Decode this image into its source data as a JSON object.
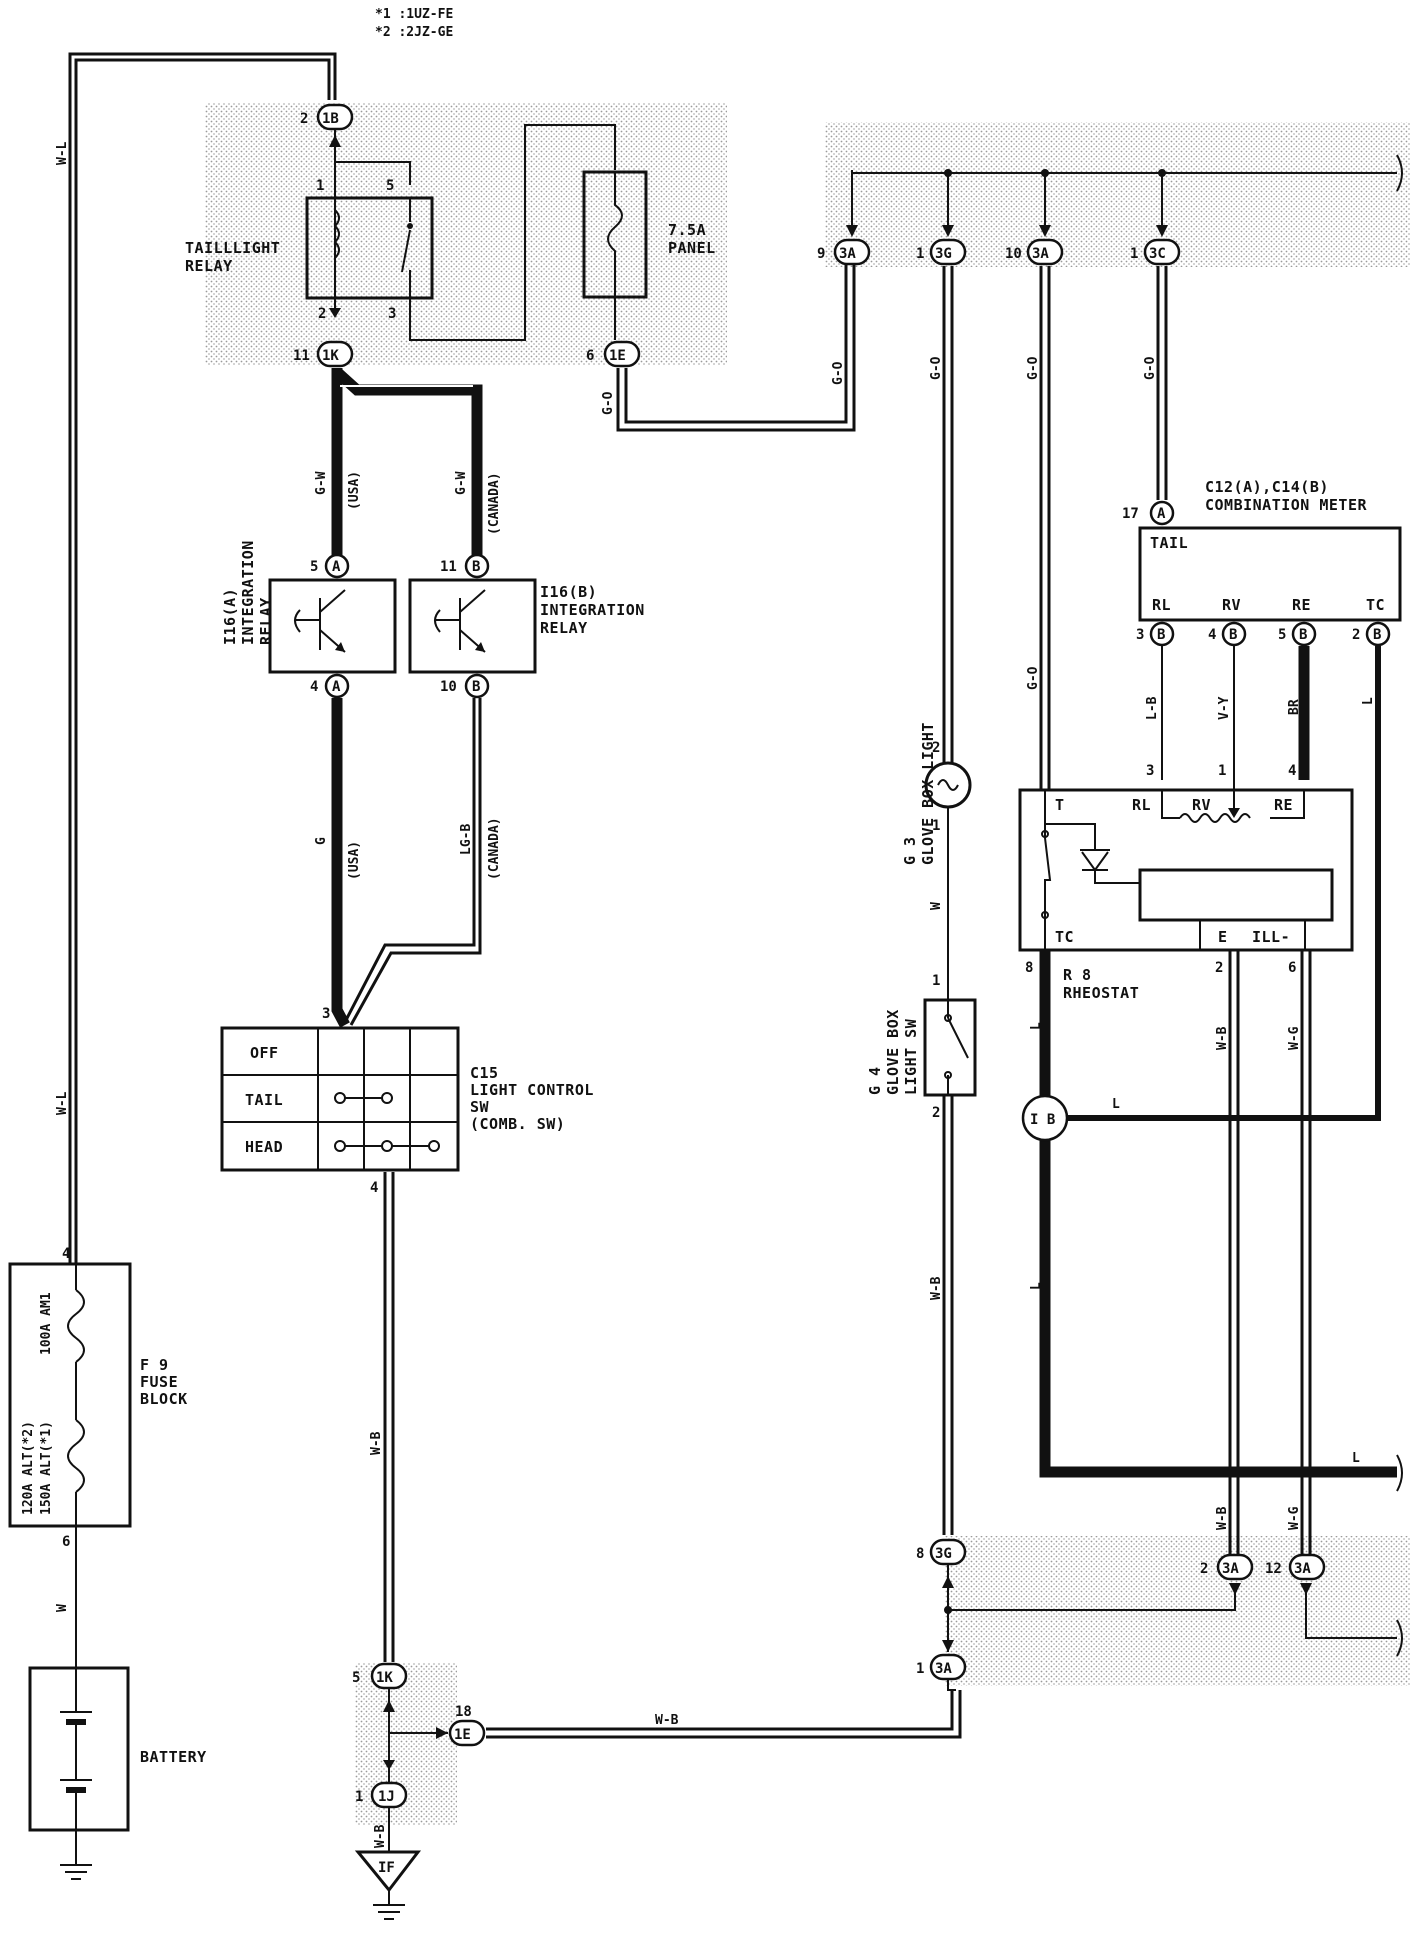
{
  "notes": [
    "*1 :1UZ-FE",
    "*2 :2JZ-GE"
  ],
  "components": {
    "taillight_relay": "TAILLLIGHT\nRELAY",
    "panel_fuse": "7.5A\nPANEL",
    "integration_relay_a": "I16(A)\nINTEGRATION\nRELAY",
    "integration_relay_b": "I16(B)\nINTEGRATION\nRELAY",
    "combination_meter": "C12(A),C14(B)\nCOMBINATION METER",
    "light_control_sw": "C15\nLIGHT CONTROL\nSW\n(COMB. SW)",
    "fuse_block": "F 9\nFUSE\nBLOCK",
    "battery": "BATTERY",
    "glove_box_light": "G 3\nGLOVE BOX LIGHT",
    "glove_box_light_sw": "G 4\nGLOVE BOX\nLIGHT SW",
    "rheostat": "R 8\nRHEOSTAT"
  },
  "connectors": [
    "1B",
    "1K",
    "1E",
    "3A",
    "3G",
    "3C",
    "A",
    "B",
    "IB",
    "1J",
    "IF"
  ],
  "wire_colors": [
    "W-L",
    "G-W",
    "G",
    "LG-B",
    "G-O",
    "W-B",
    "W",
    "L",
    "L-B",
    "V-Y",
    "BR",
    "W-G"
  ],
  "variants": [
    "(USA)",
    "(CANADA)"
  ],
  "switch_positions": [
    "OFF",
    "TAIL",
    "HEAD"
  ],
  "fuses": [
    "120A ALT(*2)",
    "150A ALT(*1)",
    "100A AM1"
  ],
  "meter_terminals": [
    "TAIL",
    "RL",
    "RV",
    "RE",
    "TC"
  ],
  "rheostat_terminals": [
    "T",
    "RL",
    "RV",
    "RE",
    "TC",
    "E",
    "ILL-"
  ]
}
